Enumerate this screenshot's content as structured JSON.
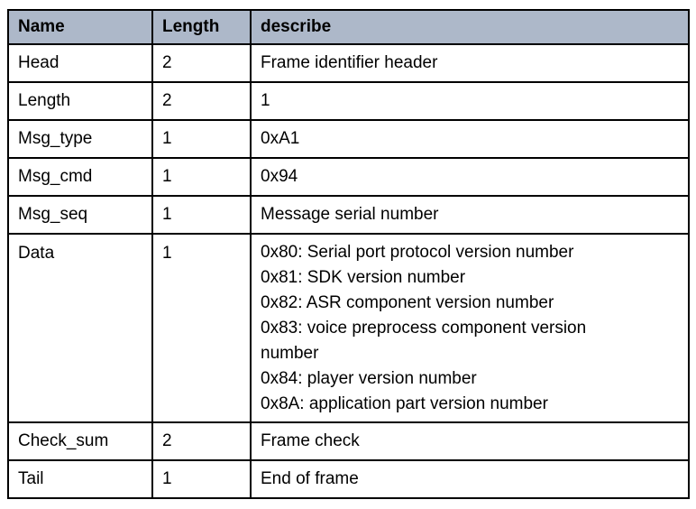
{
  "table": {
    "columns": {
      "name": "Name",
      "length": "Length",
      "describe": "describe"
    },
    "rows": [
      {
        "name": "Head",
        "length": "2",
        "describe": "Frame identifier header"
      },
      {
        "name": "Length",
        "length": "2",
        "describe": "1"
      },
      {
        "name": "Msg_type",
        "length": "1",
        "describe": "0xA1"
      },
      {
        "name": "Msg_cmd",
        "length": "1",
        "describe": "0x94"
      },
      {
        "name": "Msg_seq",
        "length": "1",
        "describe": "Message serial number"
      },
      {
        "name": "Data",
        "length": "1",
        "describe_lines": [
          "0x80: Serial port protocol version number",
          "0x81: SDK version number",
          "0x82: ASR component version number",
          "0x83: voice preprocess component version number",
          "0x84: player version number",
          "0x8A: application part version number"
        ]
      },
      {
        "name": "Check_sum",
        "length": "2",
        "describe": "Frame check"
      },
      {
        "name": "Tail",
        "length": "1",
        "describe": "End of frame"
      }
    ],
    "colors": {
      "header_bg": "#ADB8C9",
      "border": "#000000",
      "text": "#000000",
      "row_bg": "#FFFFFF"
    }
  }
}
